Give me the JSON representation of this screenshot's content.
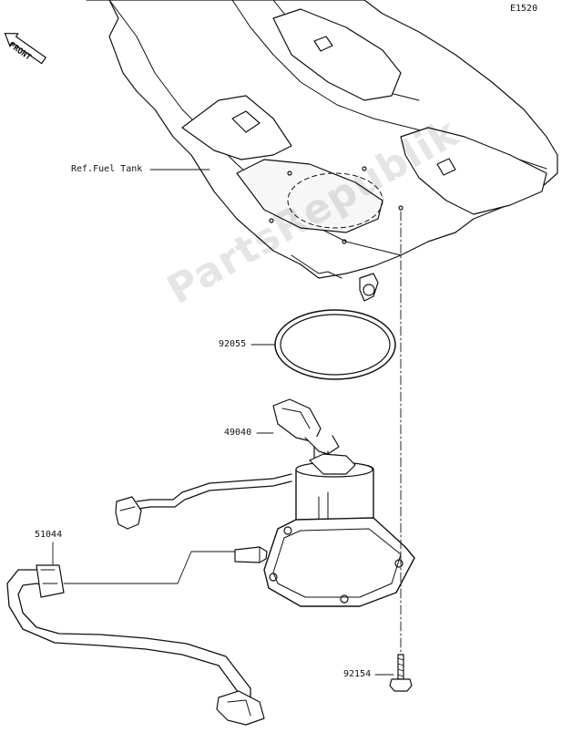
{
  "diagram_code": "E1520",
  "front_label": "FRONT",
  "watermark": "PartsRepublik",
  "colors": {
    "line": "#111111",
    "fill": "#ffffff",
    "shade": "#e9e9e9",
    "watermark": "#c8c8c8"
  },
  "callouts": [
    {
      "id": "ref-fuel-tank",
      "text": "Ref.Fuel Tank"
    },
    {
      "id": "92055",
      "text": "92055"
    },
    {
      "id": "49040",
      "text": "49040"
    },
    {
      "id": "51044",
      "text": "51044"
    },
    {
      "id": "92154",
      "text": "92154"
    }
  ]
}
